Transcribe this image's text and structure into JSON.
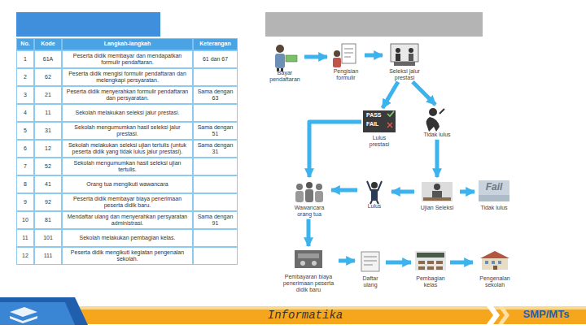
{
  "diagram": {
    "nodes": [
      {
        "text": [
          "Bayar pendaftaran"
        ]
      },
      {
        "text": [
          "Pengisian formulir"
        ]
      },
      {
        "text": [
          "Seleksi jalur prestasi"
        ]
      },
      {
        "text": [
          "Lulus prestasi"
        ]
      },
      {
        "text": [
          "Tidak lulus"
        ]
      },
      {
        "text": [
          "Wawancara orang tua"
        ]
      },
      {
        "text": [
          "Lulus"
        ]
      },
      {
        "text": [
          "Ujian Seleksi"
        ]
      },
      {
        "text": [
          "Tidak lulus"
        ]
      },
      {
        "text": [
          "Pembayaran biaya penerimaan peserta didik baru"
        ]
      },
      {
        "text": [
          "Daftar ulang"
        ]
      },
      {
        "text": [
          "Pembagian kelas"
        ]
      },
      {
        "text": [
          "Pengenalan sekolah"
        ]
      }
    ],
    "edges": [
      {
        "from": 0,
        "to": 1,
        "arrow": "to"
      },
      {
        "from": 1,
        "to": 2,
        "arrow": "to"
      },
      {
        "from": 2,
        "to": 3,
        "arrow": "to"
      },
      {
        "from": 2,
        "to": 4,
        "arrow": "to"
      },
      {
        "from": 3,
        "to": 5,
        "arrow": "to"
      },
      {
        "from": 4,
        "to": 7,
        "arrow": "to"
      },
      {
        "from": 7,
        "to": 8,
        "arrow": "to"
      },
      {
        "from": 7,
        "to": 6,
        "arrow": "to"
      },
      {
        "from": 6,
        "to": 5,
        "arrow": "to"
      },
      {
        "from": 5,
        "to": 9,
        "arrow": "to"
      },
      {
        "from": 9,
        "to": 10,
        "arrow": "to"
      },
      {
        "from": 10,
        "to": 11,
        "arrow": "to"
      },
      {
        "from": 11,
        "to": 12,
        "arrow": "to"
      }
    ],
    "labels": [
      "No.",
      "Kode",
      "Langkah-langkah",
      "Keterangan",
      "1",
      "61A",
      "Peserta didik membayar dan mendapatkan formulir pendaftaran.",
      "61 dan 67",
      "2",
      "62",
      "Peserta didik mengisi formulir pendaftaran dan melengkapi persyaratan.",
      "3",
      "21",
      "Peserta didik menyerahkan formulir pendaftaran dan persyaratan.",
      "Sama dengan 63",
      "4",
      "11",
      "Sekolah melakukan seleksi jalur prestasi.",
      "5",
      "31",
      "Sekolah mengumumkan hasil seleksi jalur prestasi.",
      "Sama dengan 51",
      "6",
      "12",
      "Sekolah melakukan seleksi ujian tertulis (untuk peserta didik yang tidak lulus jalur prestasi).",
      "Sama dengan 31",
      "7",
      "52",
      "Sekolah mengumumkan hasil seleksi ujian tertulis.",
      "8",
      "41",
      "Orang tua mengikuti wawancara",
      "9",
      "92",
      "Peserta didik membayar biaya penerimaan peserta didik baru.",
      "10",
      "81",
      "Mendaftar ulang dan menyerahkan persyaratan administrasi.",
      "Sama dengan 91",
      "11",
      "101",
      "Sekolah melakukan pembagian kelas.",
      "12",
      "111",
      "Peserta didik mengikuti kegiatan pengenalan sekolah.",
      "PASS",
      "FAIL",
      "Fail",
      "Informatika",
      "SMP/MTs"
    ]
  }
}
